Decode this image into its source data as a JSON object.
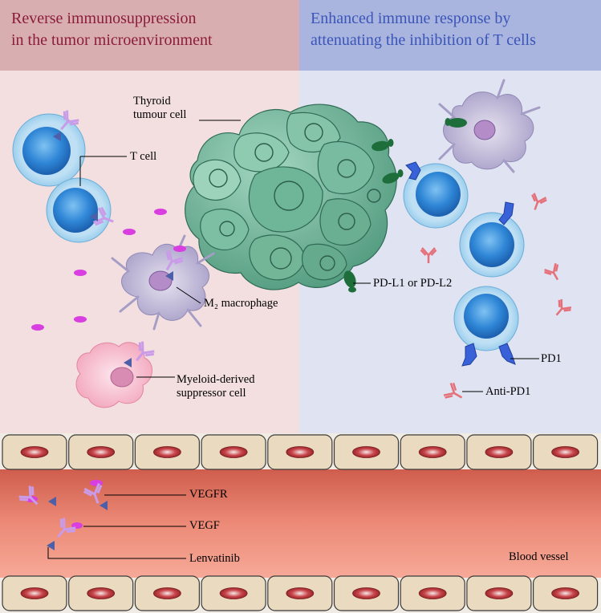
{
  "header": {
    "left_line1": "Reverse immunosuppression",
    "left_line2": "in the tumor microenvironment",
    "right_line1": "Enhanced immune response by",
    "right_line2": "attenuating the inhibition of T cells"
  },
  "labels": {
    "thyroid_line1": "Thyroid",
    "thyroid_line2": "tumour cell",
    "t_cell": "T cell",
    "m2_macrophage": "M₂ macrophage",
    "mdsc_line1": "Myeloid-derived",
    "mdsc_line2": "suppressor cell",
    "pd_l1": "PD-L1 or PD-L2",
    "pd1": "PD1",
    "anti_pd1": "Anti-PD1",
    "vegfr": "VEGFR",
    "vegf": "VEGF",
    "lenvatinib": "Lenvatinib",
    "blood_vessel": "Blood vessel"
  },
  "colors": {
    "left_header_bg": "#d9aeb1",
    "right_header_bg": "#a9b5df",
    "left_panel_bg": "#f3dfdf",
    "right_panel_bg": "#dfe3f2",
    "tumour": "#6db398",
    "t_cell": "#2e7fd0",
    "macrophage": "#b3aacf",
    "mdsc": "#f3aac0",
    "pd_ligand": "#1d6e3a",
    "pd1_receptor": "#3a62d8",
    "anti_pd1": "#e5707a",
    "receptor_antibody": "#c99be8",
    "vegf": "#d93ee0",
    "blood_vessel": "#ee8e7c",
    "endothelial_cell": "#eadac0",
    "nucleus": "#c24a4a"
  }
}
